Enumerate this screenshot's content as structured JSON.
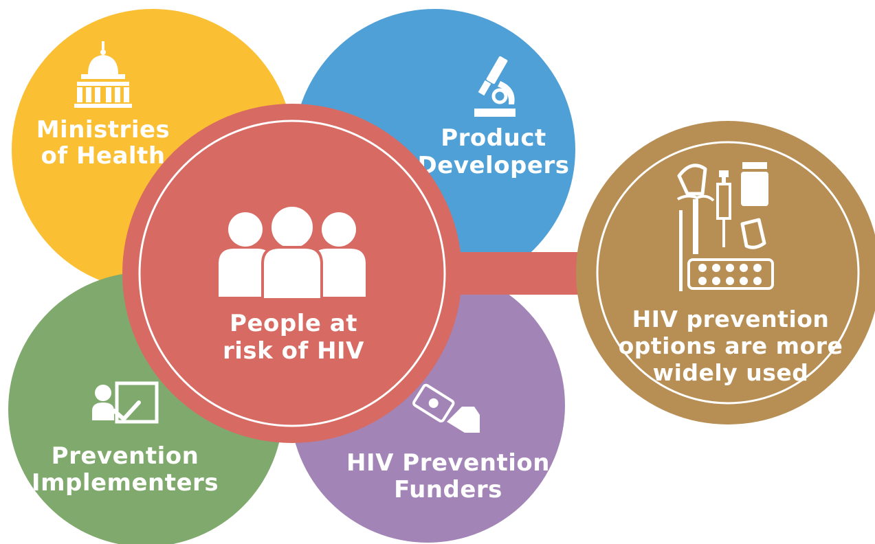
{
  "colors": {
    "ministries": "#FBBF33",
    "developers": "#4FA0D7",
    "implementers": "#80A96D",
    "funders": "#A285B6",
    "center": "#D76A62",
    "outcome": "#B78F55",
    "text": "#ffffff"
  },
  "nodes": {
    "ministries": {
      "line1": "Ministries",
      "line2": "of Health",
      "icon": "capitol-building-icon"
    },
    "developers": {
      "line1": "Product",
      "line2": "Developers",
      "icon": "microscope-icon"
    },
    "implementers": {
      "line1": "Prevention",
      "line2": "Implementers",
      "icon": "presenter-board-icon"
    },
    "funders": {
      "line1": "HIV Prevention",
      "line2": "Funders",
      "icon": "money-hand-icon"
    },
    "center": {
      "line1": "People at",
      "line2": "risk of HIV",
      "icon": "people-group-icon"
    },
    "outcome": {
      "line1": "HIV prevention",
      "line2": "options are more",
      "line3": "widely used",
      "icon": "prevention-products-icon"
    }
  }
}
